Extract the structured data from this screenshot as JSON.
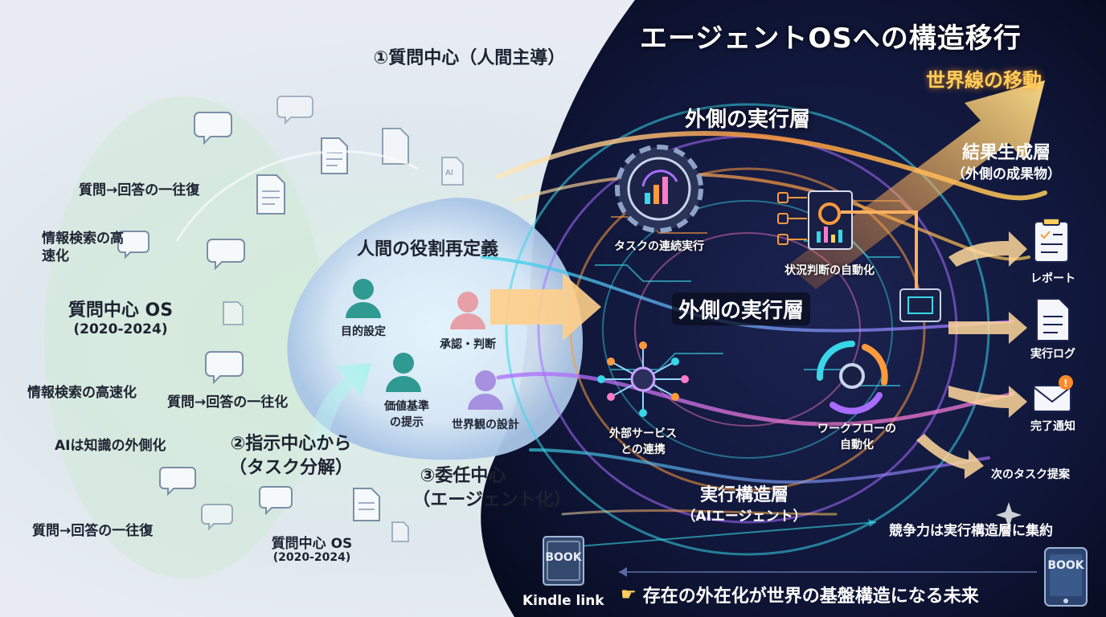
{
  "title": "エージェントOSへの構造移行",
  "worldline": "世界線の移動",
  "left": {
    "heading_top": "①質問中心（人間主導）",
    "os_label": "質問中心 OS",
    "os_years": "(2020-2024)",
    "labels": [
      "質問→回答の一往復",
      "情報検索の高速化",
      "情報検索の高速化",
      "質問→回答の一往化",
      "AIは知識の外側化",
      "質問→回答の一往復"
    ],
    "os_label_small": "質問中心 OS",
    "os_years_small": "(2020-2024)",
    "doc_icon_text": "AI"
  },
  "middle": {
    "heading": "人間の役割再定義",
    "roles": [
      "目的設定",
      "承認・判断",
      "価値基準\nの提示",
      "世界観の設計"
    ],
    "stage2_line1": "②指示中心から",
    "stage2_line2": "（タスク分解）",
    "stage3_line1": "③委任中心",
    "stage3_line2": "（エージェント化）"
  },
  "right": {
    "outer_layer_top": "外側の実行層",
    "outer_layer_mid": "外側の実行層",
    "task_chain": "タスクの連続実行",
    "situation": "状況判断の自動化",
    "external": "外部サービス\nとの連携",
    "workflow": "ワークフローの\n自動化",
    "exec_layer_line1": "実行構造層",
    "exec_layer_line2": "（AIエージェント）",
    "result_layer_line1": "結果生成層",
    "result_layer_line2": "（外側の成果物）",
    "outputs": [
      "レポート",
      "実行ログ",
      "完了通知"
    ],
    "next_task": "次のタスク提案",
    "competition": "競争力は実行構造層に集約",
    "footer": "存在の外在化が世界の基盤構造になる未来",
    "kindle": "Kindle link",
    "book_label": "BOOK",
    "book_label_right": "BOOK"
  },
  "colors": {
    "dark_bg": "#0b1230",
    "orange": "#ff9a3c",
    "cyan": "#38d6e8",
    "purple": "#a86cff",
    "gold": "#ffcf5a",
    "green_glow": "#bfe9c6",
    "person_teal": "#3aa6a0",
    "person_pink": "#e8a0a8"
  },
  "icons": [
    "chat-bubble-icon",
    "document-icon",
    "person-icon",
    "gear-chart-icon",
    "dashboard-icon",
    "network-icon",
    "cycle-arrows-icon",
    "clipboard-icon",
    "log-icon",
    "mail-icon",
    "book-icon",
    "tablet-book-icon",
    "pointing-hand-icon"
  ]
}
